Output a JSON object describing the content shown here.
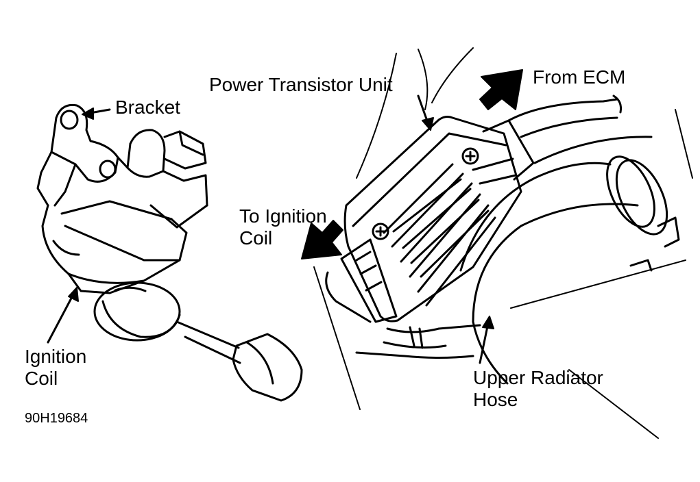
{
  "labels": {
    "bracket": "Bracket",
    "power_transistor_unit": "Power Transistor Unit",
    "from_ecm": "From ECM",
    "to_ignition_coil_line1": "To Ignition",
    "to_ignition_coil_line2": "Coil",
    "ignition_coil_line1": "Ignition",
    "ignition_coil_line2": "Coil",
    "upper_radiator_hose_line1": "Upper Radiator",
    "upper_radiator_hose_line2": "Hose"
  },
  "figure_code": "90H19684",
  "colors": {
    "ink": "#000000",
    "paper": "#ffffff"
  }
}
